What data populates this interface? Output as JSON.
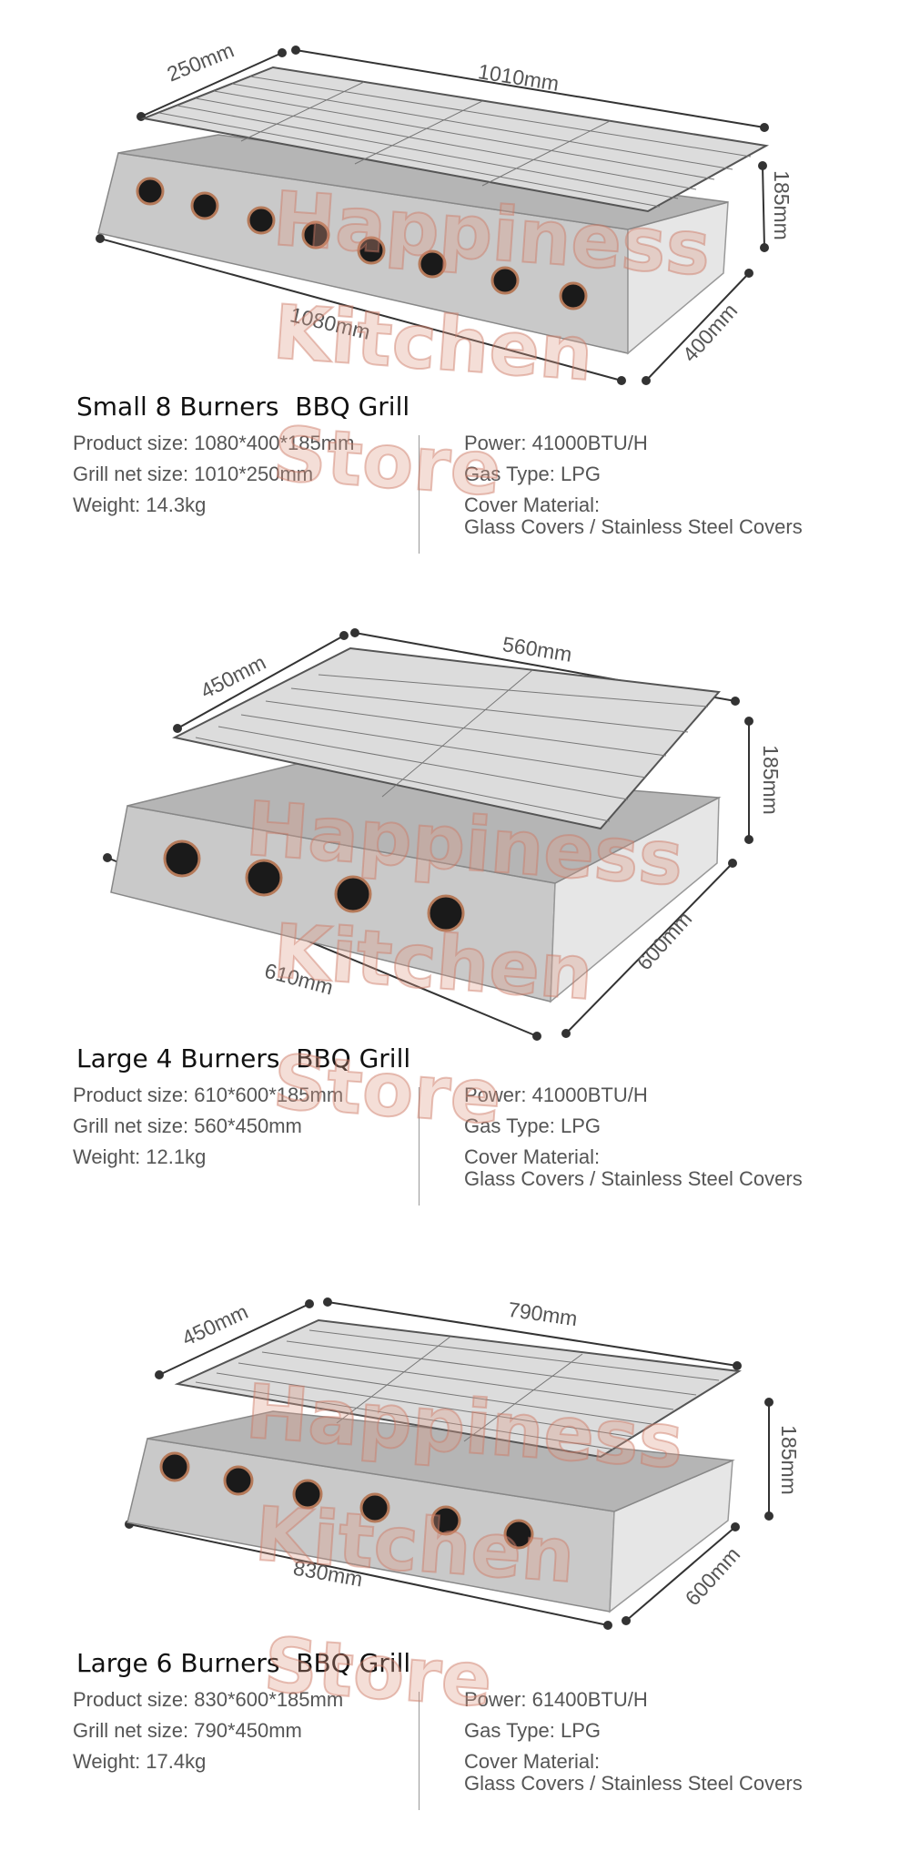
{
  "watermark": [
    "Happiness",
    "Kitchen",
    "Store"
  ],
  "products": [
    {
      "title": "Small 8 Burners  BBQ Grill",
      "burners": 8,
      "dims": {
        "depth": "250mm",
        "width": "1010mm",
        "height": "185mm",
        "length": "1080mm",
        "side": "400mm"
      },
      "specs_left": [
        "Product size: 1080*400*185mm",
        "Grill net size: 1010*250mm",
        "Weight: 14.3kg"
      ],
      "power": "Power: 41000BTU/H",
      "gas": "Gas Type: LPG",
      "cover_label": "Cover Material:",
      "cover_value": "Glass Covers / Stainless Steel Covers"
    },
    {
      "title": "Large 4 Burners  BBQ Grill",
      "burners": 4,
      "dims": {
        "depth": "450mm",
        "width": "560mm",
        "height": "185mm",
        "length": "610mm",
        "side": "600mm"
      },
      "specs_left": [
        "Product size: 610*600*185mm",
        "Grill net size: 560*450mm",
        "Weight: 12.1kg"
      ],
      "power": "Power: 41000BTU/H",
      "gas": "Gas Type: LPG",
      "cover_label": "Cover Material:",
      "cover_value": "Glass Covers / Stainless Steel Covers"
    },
    {
      "title": "Large 6 Burners  BBQ Grill",
      "burners": 6,
      "dims": {
        "depth": "450mm",
        "width": "790mm",
        "height": "185mm",
        "length": "830mm",
        "side": "600mm"
      },
      "specs_left": [
        "Product size: 830*600*185mm",
        "Grill net size: 790*450mm",
        "Weight: 17.4kg"
      ],
      "power": "Power: 61400BTU/H",
      "gas": "Gas Type: LPG",
      "cover_label": "Cover Material:",
      "cover_value": "Glass Covers / Stainless Steel Covers"
    }
  ]
}
